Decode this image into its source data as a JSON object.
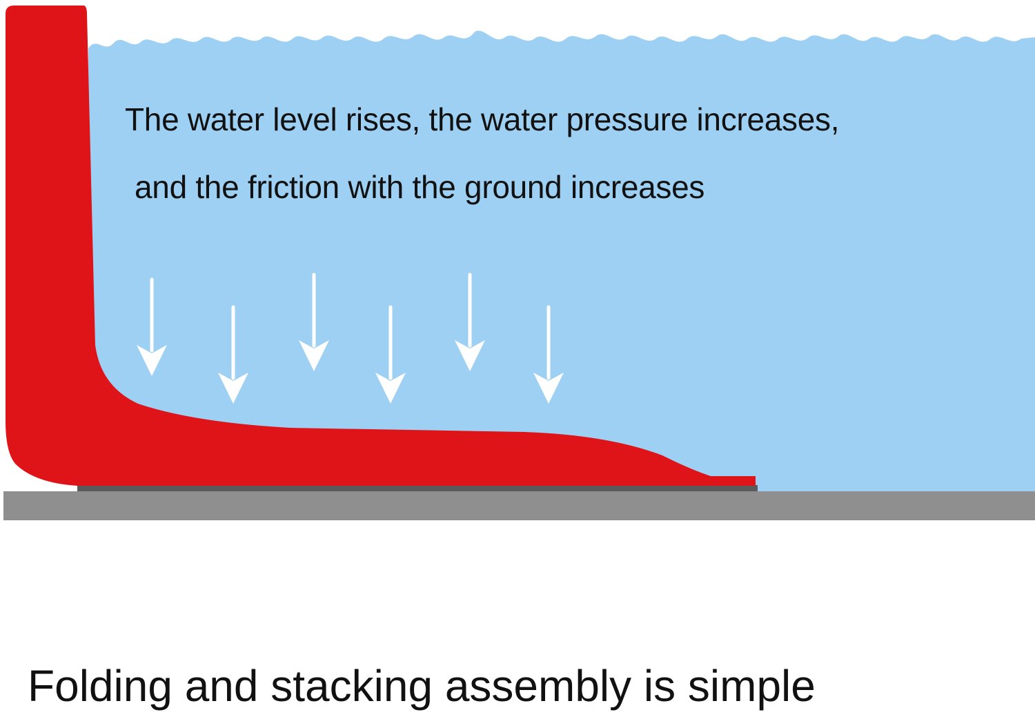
{
  "diagram": {
    "text_line_1": "The water level rises, the water pressure increases,",
    "text_line_2": "and the friction with the ground increases",
    "caption": "Folding and stacking assembly is simple"
  },
  "colors": {
    "water": "#9dd0f2",
    "barrier": "#de1418",
    "ground": "#8f8f8f",
    "ground_strip": "#5a5a5a",
    "arrow": "#ffffff",
    "text": "#111111"
  },
  "icons": {
    "pressure_arrow": "arrow-down-icon"
  }
}
